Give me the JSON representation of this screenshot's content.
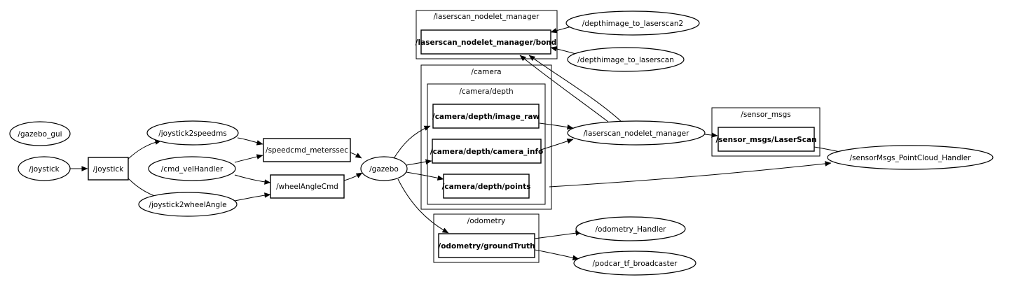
{
  "nodes": {
    "gazebo_gui": "/gazebo_gui",
    "joystick_src": "/joystick",
    "joystick_topic": "/joystick",
    "joystick2speedms": "/joystick2speedms",
    "cmd_velHandler": "/cmd_velHandler",
    "joystick2wheelAngle": "/joystick2wheelAngle",
    "speedcmd_meterssec": "/speedcmd_meterssec",
    "wheelAngleCmd": "/wheelAngleCmd",
    "gazebo": "/gazebo",
    "bond": "/laserscan_nodelet_manager/bond",
    "depthimage_to_laserscan2": "/depthimage_to_laserscan2",
    "depthimage_to_laserscan": "/depthimage_to_laserscan",
    "image_raw": "/camera/depth/image_raw",
    "camera_info": "/camera/depth/camera_info",
    "points": "/camera/depth/points",
    "laserscan_nodelet_manager": "/laserscan_nodelet_manager",
    "laserscan_topic": "/sensor_msgs/LaserScan",
    "pointcloud_handler": "/sensorMsgs_PointCloud_Handler",
    "groundtruth": "/odometry/groundTruth",
    "odometry_handler": "/odometry_Handler",
    "tf_broadcaster": "/podcar_tf_broadcaster"
  },
  "clusters": {
    "laserscan_nodelet_manager": "/laserscan_nodelet_manager",
    "camera": "/camera",
    "camera_depth": "/camera/depth",
    "sensor_msgs": "/sensor_msgs",
    "odometry": "/odometry"
  }
}
